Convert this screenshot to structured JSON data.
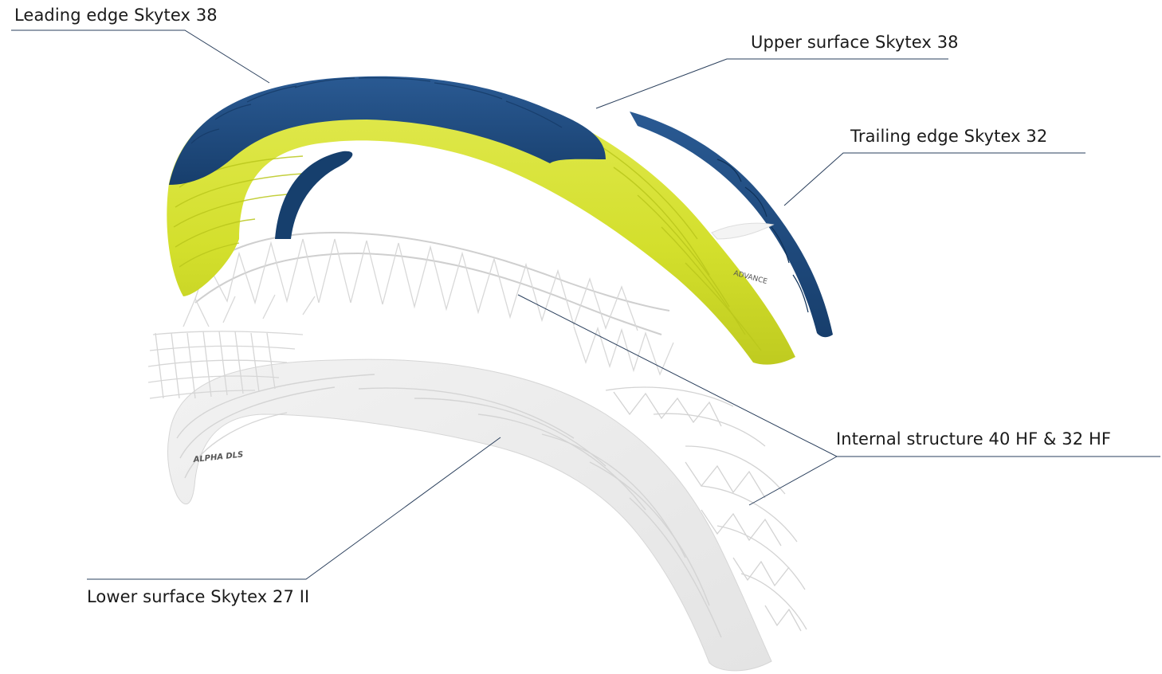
{
  "labels": {
    "leading_edge": "Leading edge Skytex 38",
    "upper_surface": "Upper surface Skytex 38",
    "trailing_edge": "Trailing edge Skytex 32",
    "internal_structure": "Internal structure 40 HF & 32 HF",
    "lower_surface": "Lower surface Skytex 27 II"
  },
  "brand_marks": {
    "top_wing": "ADVANCE",
    "lower_wing": "ALPHA DLS"
  },
  "colors": {
    "navy": "#1d4a7e",
    "navy_dark": "#123660",
    "lime": "#d3df2c",
    "lime_shadow": "#b9c51d",
    "structure": "#dcdcdc",
    "lower_surface": "#ececec",
    "leader_line": "#2a3f5c"
  }
}
